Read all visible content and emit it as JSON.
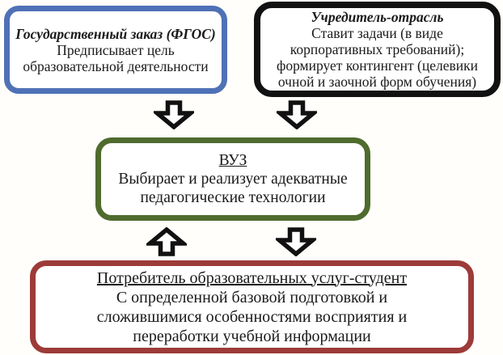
{
  "diagram": {
    "background_color": "#fffefb",
    "arrow_color": "#111111",
    "boxes": {
      "gos_order": {
        "title": "Государственный заказ (ФГОС)",
        "lines": [
          "Предписывает цель",
          "образовательной деятельности"
        ],
        "border_color": "#4f71b6"
      },
      "founder": {
        "title": "Учредитель-отрасль",
        "lines": [
          "Ставит задачи (в виде",
          "корпоративных требований);",
          "формирует контингент (целевики",
          "очной и заочной форм обучения)"
        ],
        "border_color": "#111111"
      },
      "vuz": {
        "title": "ВУЗ",
        "lines": [
          "Выбирает и реализует адекватные",
          "педагогические технологии"
        ],
        "border_color": "#4f6b2d"
      },
      "student": {
        "title": "Потребитель образовательных услуг-студент",
        "lines": [
          "С определенной базовой подготовкой и",
          "сложившимися особенностями восприятия и",
          "переработки учебной информации"
        ],
        "border_color": "#9d3b39"
      }
    },
    "arrows": [
      {
        "name": "arrow-gos-to-vuz",
        "direction": "down"
      },
      {
        "name": "arrow-founder-to-vuz",
        "direction": "down"
      },
      {
        "name": "arrow-student-to-vuz",
        "direction": "up"
      },
      {
        "name": "arrow-vuz-to-student",
        "direction": "down"
      }
    ]
  }
}
